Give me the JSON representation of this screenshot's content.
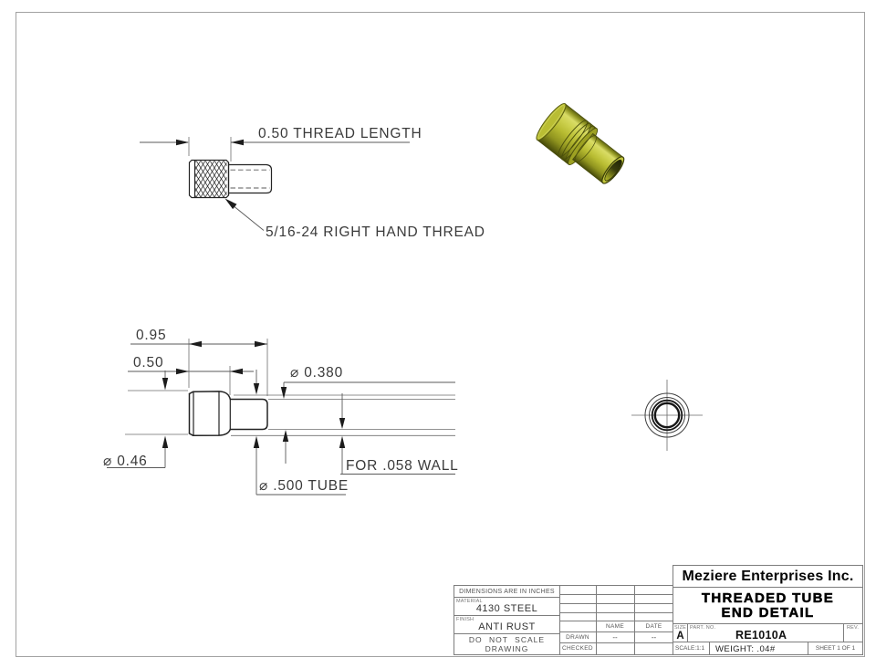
{
  "views": {
    "thread_detail": {
      "dim_thread_length": "0.50 THREAD LENGTH",
      "thread_note": "5/16-24 RIGHT HAND THREAD"
    },
    "side": {
      "dim_overall_length": "0.95",
      "dim_thread_length": "0.50",
      "dim_minor_dia": "⌀ 0.380",
      "dim_thread_dia": "⌀ 0.46",
      "dim_tube": "⌀ .500 TUBE",
      "dim_wall": "FOR .058 WALL"
    }
  },
  "colors": {
    "part_yellow": "#b7bb31",
    "outline_dark": "#232323",
    "grid_gray": "#7d7d7d"
  },
  "title_block": {
    "dimensions_note": "DIMENSIONS ARE IN INCHES",
    "material_label": "MATERIAL",
    "material_value": "4130 STEEL",
    "finish_label": "FINISH",
    "finish_value": "ANTI RUST",
    "no_scale_note": "DO NOT SCALE DRAWING",
    "name_header": "NAME",
    "date_header": "DATE",
    "drawn_label": "DRAWN",
    "drawn_name": "--",
    "drawn_date": "--",
    "checked_label": "CHECKED",
    "company": "Meziere Enterprises Inc.",
    "title_line1": "THREADED TUBE",
    "title_line2": "END DETAIL",
    "size_label": "SIZE",
    "size_value": "A",
    "part_no_label": "PART.  NO.",
    "part_no_value": "RE1010A",
    "rev_label": "REV.",
    "scale_value": "SCALE:1:1",
    "weight_value": "WEIGHT: .04#",
    "sheet_value": "SHEET 1 OF 1"
  }
}
